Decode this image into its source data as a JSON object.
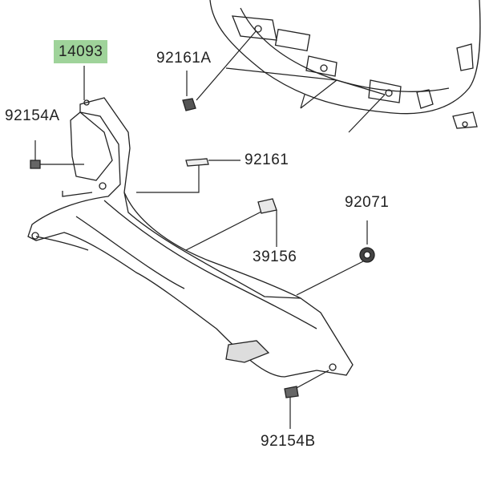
{
  "diagram": {
    "highlight_color": "#9fd39a",
    "parts": [
      {
        "id": "14093",
        "label": "14093",
        "highlighted": true
      },
      {
        "id": "92161A",
        "label": "92161A"
      },
      {
        "id": "92154A",
        "label": "92154A"
      },
      {
        "id": "92161",
        "label": "92161"
      },
      {
        "id": "92071",
        "label": "92071"
      },
      {
        "id": "39156",
        "label": "39156"
      },
      {
        "id": "92154B",
        "label": "92154B"
      }
    ]
  }
}
